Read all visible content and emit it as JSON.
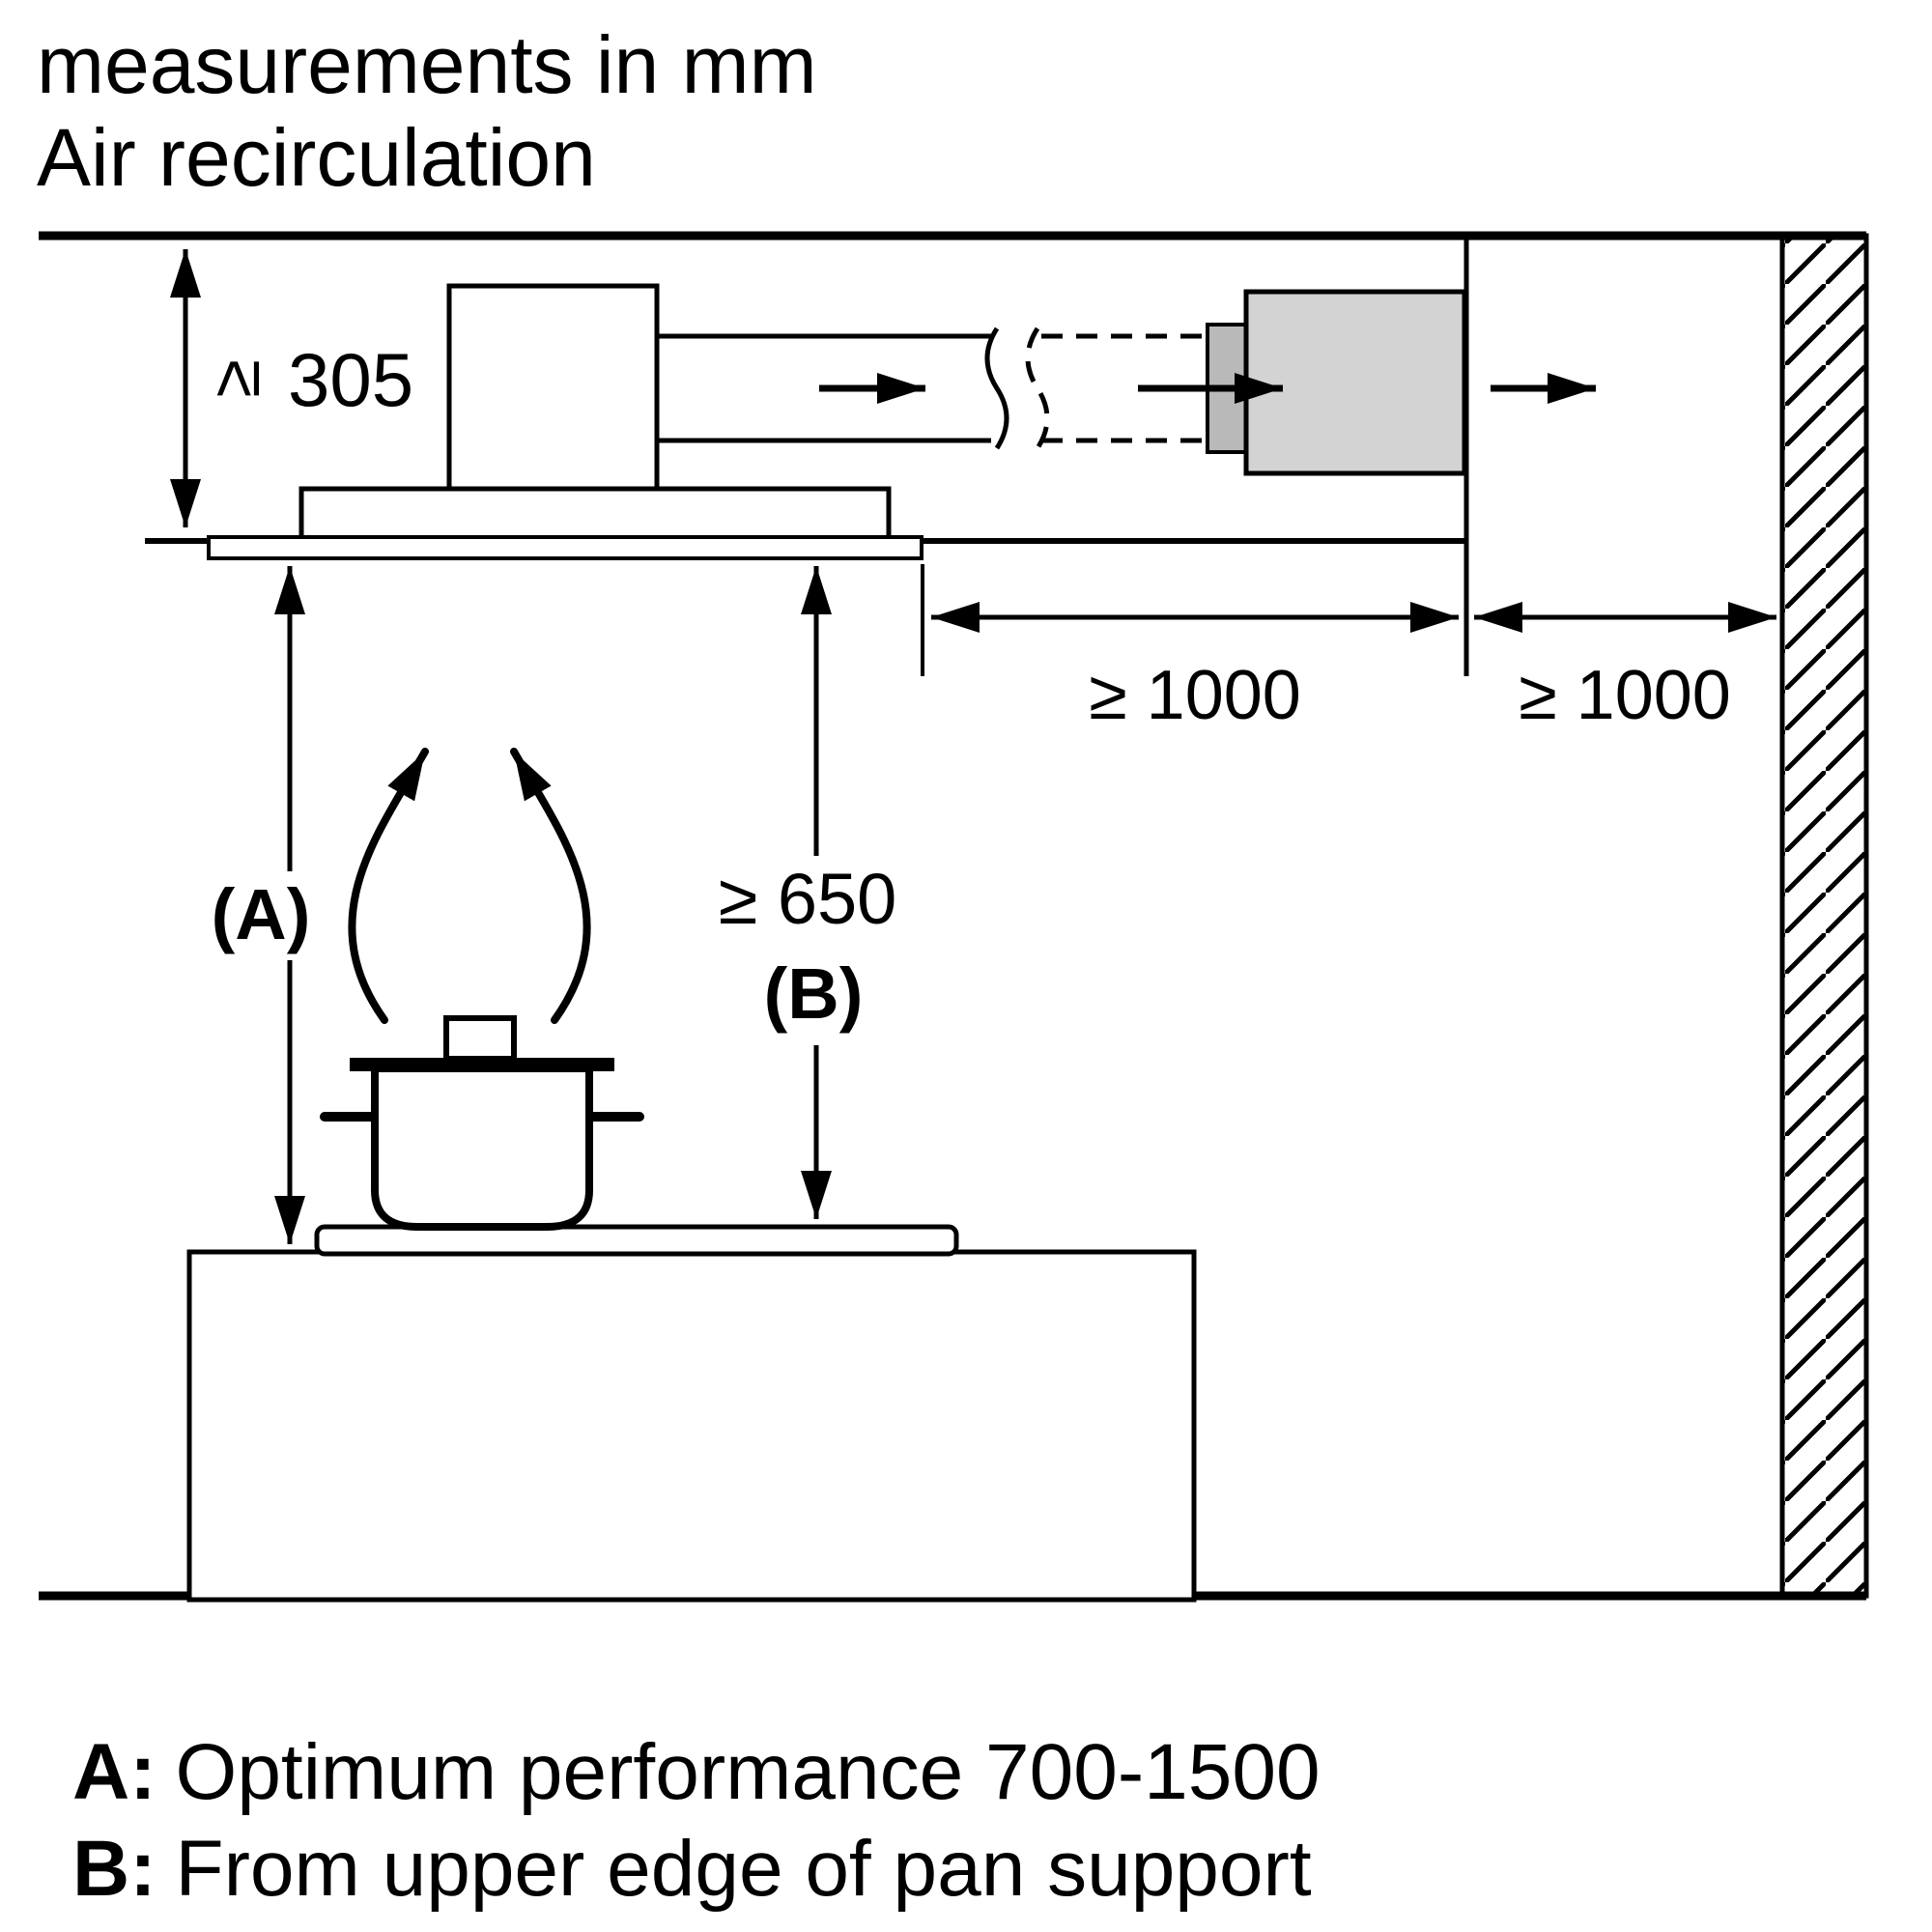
{
  "title": {
    "measurements": "measurements in mm",
    "mode": "Air recirculation"
  },
  "dimensions": {
    "cavity_height": {
      "symbol": "≥",
      "value": "305"
    },
    "unit_clearance": "≥ 1000",
    "wall_clearance": "≥ 1000",
    "distance_a_label": "(A)",
    "distance_b_value": "≥ 650",
    "distance_b_label": "(B)"
  },
  "legend": {
    "a_key": "A:",
    "a_text": "Optimum performance 700-1500",
    "b_key": "B:",
    "b_text": "From upper edge of pan support"
  },
  "colors": {
    "line": "#000000",
    "recirculation_unit_fill": "#d3d3d3",
    "duct_collar_fill": "#b9b9b9",
    "background": "#ffffff"
  }
}
